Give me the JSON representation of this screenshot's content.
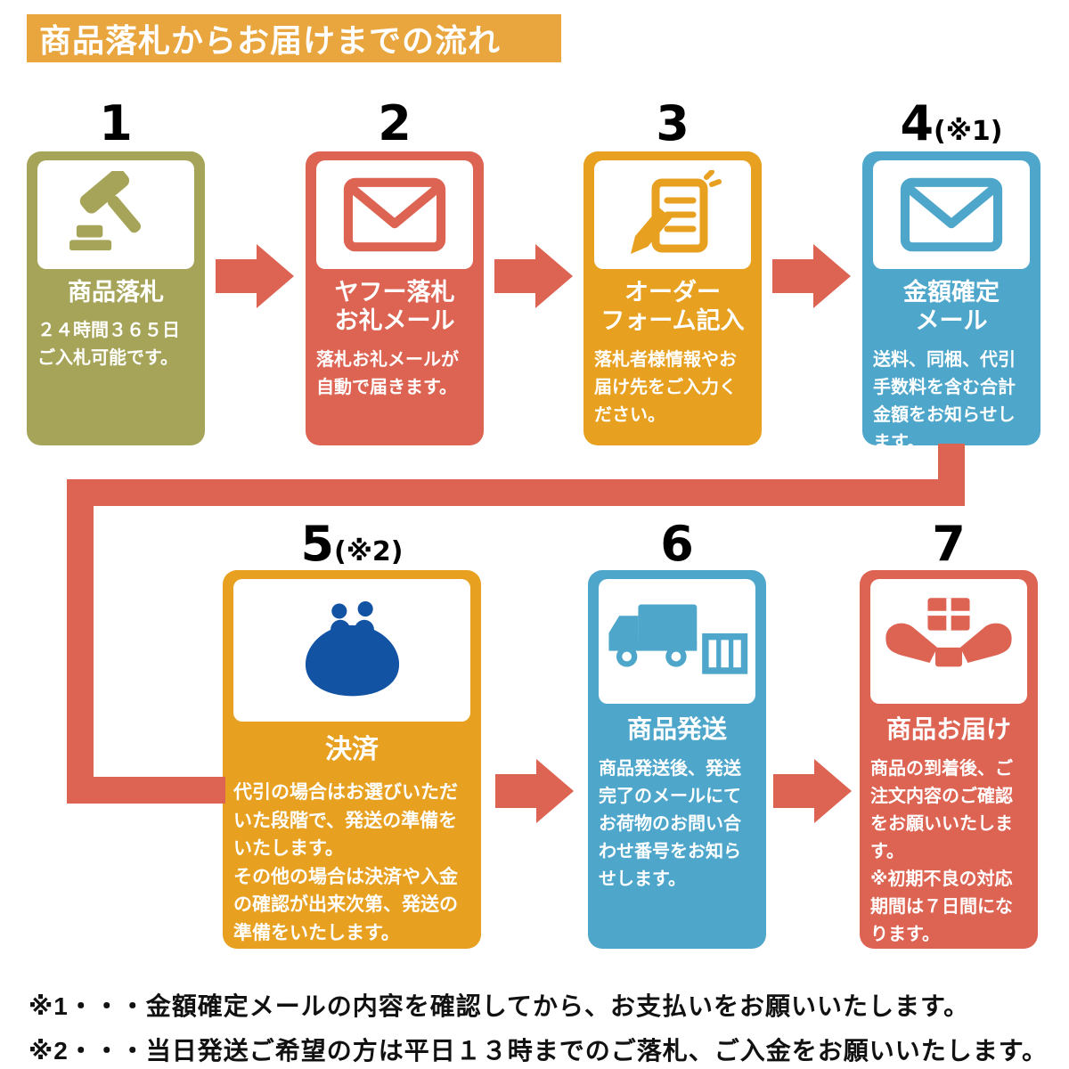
{
  "header": {
    "title": "商品落札からお届けまでの流れ"
  },
  "steps": [
    {
      "number": "1",
      "note": "",
      "title": "商品落札",
      "description": "２４時間３６５日ご入札可能です。",
      "icon": "gavel-icon",
      "color": "#a6a458"
    },
    {
      "number": "2",
      "note": "",
      "title": "ヤフー落札\nお礼メール",
      "description": "落札お礼メールが自動で届きます。",
      "icon": "mail-envelope-icon",
      "color": "#dd6352"
    },
    {
      "number": "3",
      "note": "",
      "title": "オーダー\nフォーム記入",
      "description": "落札者様情報やお届け先をご入力ください。",
      "icon": "form-pencil-icon",
      "color": "#e7a01f"
    },
    {
      "number": "4",
      "note": "(※1)",
      "title": "金額確定\nメール",
      "description": "送料、同梱、代引手数料を含む合計金額をお知らせします。",
      "icon": "mail-envelope-icon",
      "color": "#4ea7cb"
    },
    {
      "number": "5",
      "note": "(※2)",
      "title": "決済",
      "description": "代引の場合はお選びいただいた段階で、発送の準備をいたします。\nその他の場合は決済や入金の確認が出来次第、発送の準備をいたします。",
      "icon": "coin-purse-icon",
      "color": "#e7a01f"
    },
    {
      "number": "6",
      "note": "",
      "title": "商品発送",
      "description": "商品発送後、発送完了のメールにてお荷物のお問い合わせ番号をお知らせします。",
      "icon": "truck-box-icon",
      "color": "#4ea7cb"
    },
    {
      "number": "7",
      "note": "",
      "title": "商品お届け",
      "description": "商品の到着後、ご注文内容のご確認をお願いいたします。\n※初期不良の対応期間は７日間になります。",
      "icon": "hands-package-icon",
      "color": "#dd6352"
    }
  ],
  "footnotes": [
    "※1・・・金額確定メールの内容を確認してから、お支払いをお願いいたします。",
    "※2・・・当日発送ご希望の方は平日１３時までのご落札、ご入金をお願いいたします。"
  ],
  "colors": {
    "header_bg": "#e9a53e",
    "arrow": "#dd6352",
    "olive": "#a6a458",
    "red": "#dd6352",
    "orange": "#e7a01f",
    "blue": "#4ea7cb",
    "purse_navy": "#1253a4"
  }
}
